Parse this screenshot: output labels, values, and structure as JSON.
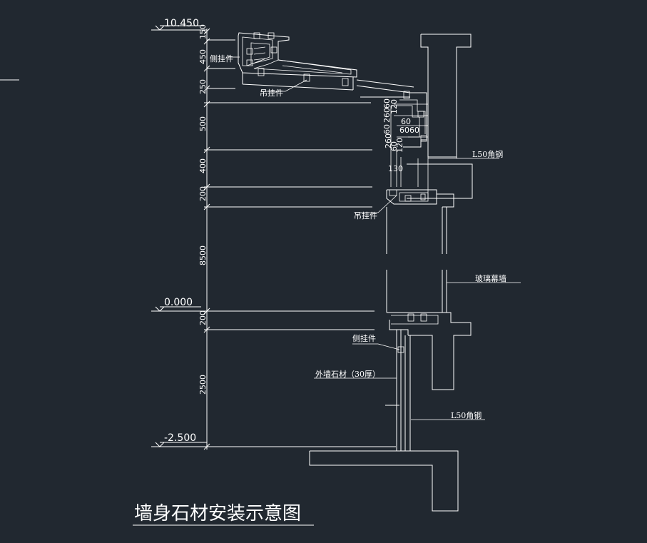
{
  "drawing": {
    "title": "墙身石材安装示意图",
    "levels": {
      "top": "10.450",
      "ground": "0.000",
      "bottom": "-2.500"
    },
    "dimensions": {
      "vertical": [
        "150",
        "450",
        "250",
        "500",
        "400",
        "200",
        "8500",
        "200",
        "2500"
      ],
      "cornice": [
        "60",
        "260",
        "60",
        "120",
        "60",
        "60",
        "60",
        "260",
        "60",
        "120",
        "130"
      ]
    },
    "notes": {
      "side_anchor_top": "侧挂件",
      "hanging_anchor_top": "吊挂件",
      "angle_steel_top": "L50角钢",
      "hanging_anchor_mid": "吊挂件",
      "curtain_wall": "玻璃幕墙",
      "side_anchor_bottom": "侧挂件",
      "stone_cladding": "外墙石材（30厚）",
      "angle_steel_bottom": "L50角钢"
    }
  }
}
